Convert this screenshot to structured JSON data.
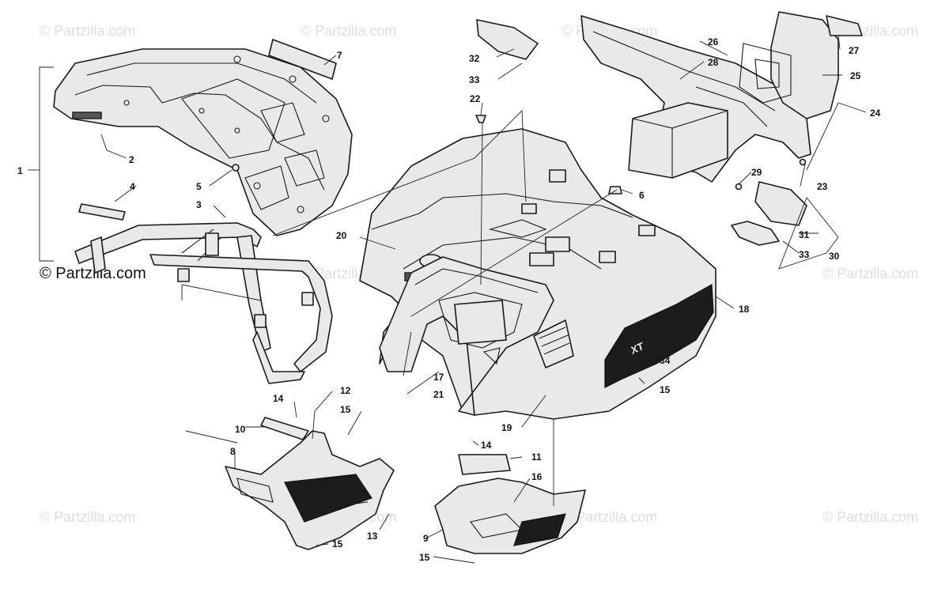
{
  "watermark": {
    "text": "© Partzilla.com",
    "count": 12
  },
  "brand_label": "© Partzilla.com",
  "decal_text": "XT",
  "callouts": [
    {
      "id": "c1",
      "label": "1"
    },
    {
      "id": "c2",
      "label": "2"
    },
    {
      "id": "c3",
      "label": "3"
    },
    {
      "id": "c4",
      "label": "4"
    },
    {
      "id": "c5",
      "label": "5"
    },
    {
      "id": "c6",
      "label": "6"
    },
    {
      "id": "c7",
      "label": "7"
    },
    {
      "id": "c8",
      "label": "8"
    },
    {
      "id": "c9",
      "label": "9"
    },
    {
      "id": "c10",
      "label": "10"
    },
    {
      "id": "c11",
      "label": "11"
    },
    {
      "id": "c12",
      "label": "12"
    },
    {
      "id": "c13",
      "label": "13"
    },
    {
      "id": "c14a",
      "label": "14"
    },
    {
      "id": "c14b",
      "label": "14"
    },
    {
      "id": "c15a",
      "label": "15"
    },
    {
      "id": "c15b",
      "label": "15"
    },
    {
      "id": "c15c",
      "label": "15"
    },
    {
      "id": "c15d",
      "label": "15"
    },
    {
      "id": "c16",
      "label": "16"
    },
    {
      "id": "c17",
      "label": "17"
    },
    {
      "id": "c18",
      "label": "18"
    },
    {
      "id": "c19",
      "label": "19"
    },
    {
      "id": "c20",
      "label": "20"
    },
    {
      "id": "c21",
      "label": "21"
    },
    {
      "id": "c22",
      "label": "22"
    },
    {
      "id": "c23",
      "label": "23"
    },
    {
      "id": "c24",
      "label": "24"
    },
    {
      "id": "c25",
      "label": "25"
    },
    {
      "id": "c26",
      "label": "26"
    },
    {
      "id": "c27",
      "label": "27"
    },
    {
      "id": "c28",
      "label": "28"
    },
    {
      "id": "c29",
      "label": "29"
    },
    {
      "id": "c30",
      "label": "30"
    },
    {
      "id": "c31",
      "label": "31"
    },
    {
      "id": "c32",
      "label": "32"
    },
    {
      "id": "c33a",
      "label": "33"
    },
    {
      "id": "c33b",
      "label": "33"
    },
    {
      "id": "c34",
      "label": "34"
    }
  ]
}
